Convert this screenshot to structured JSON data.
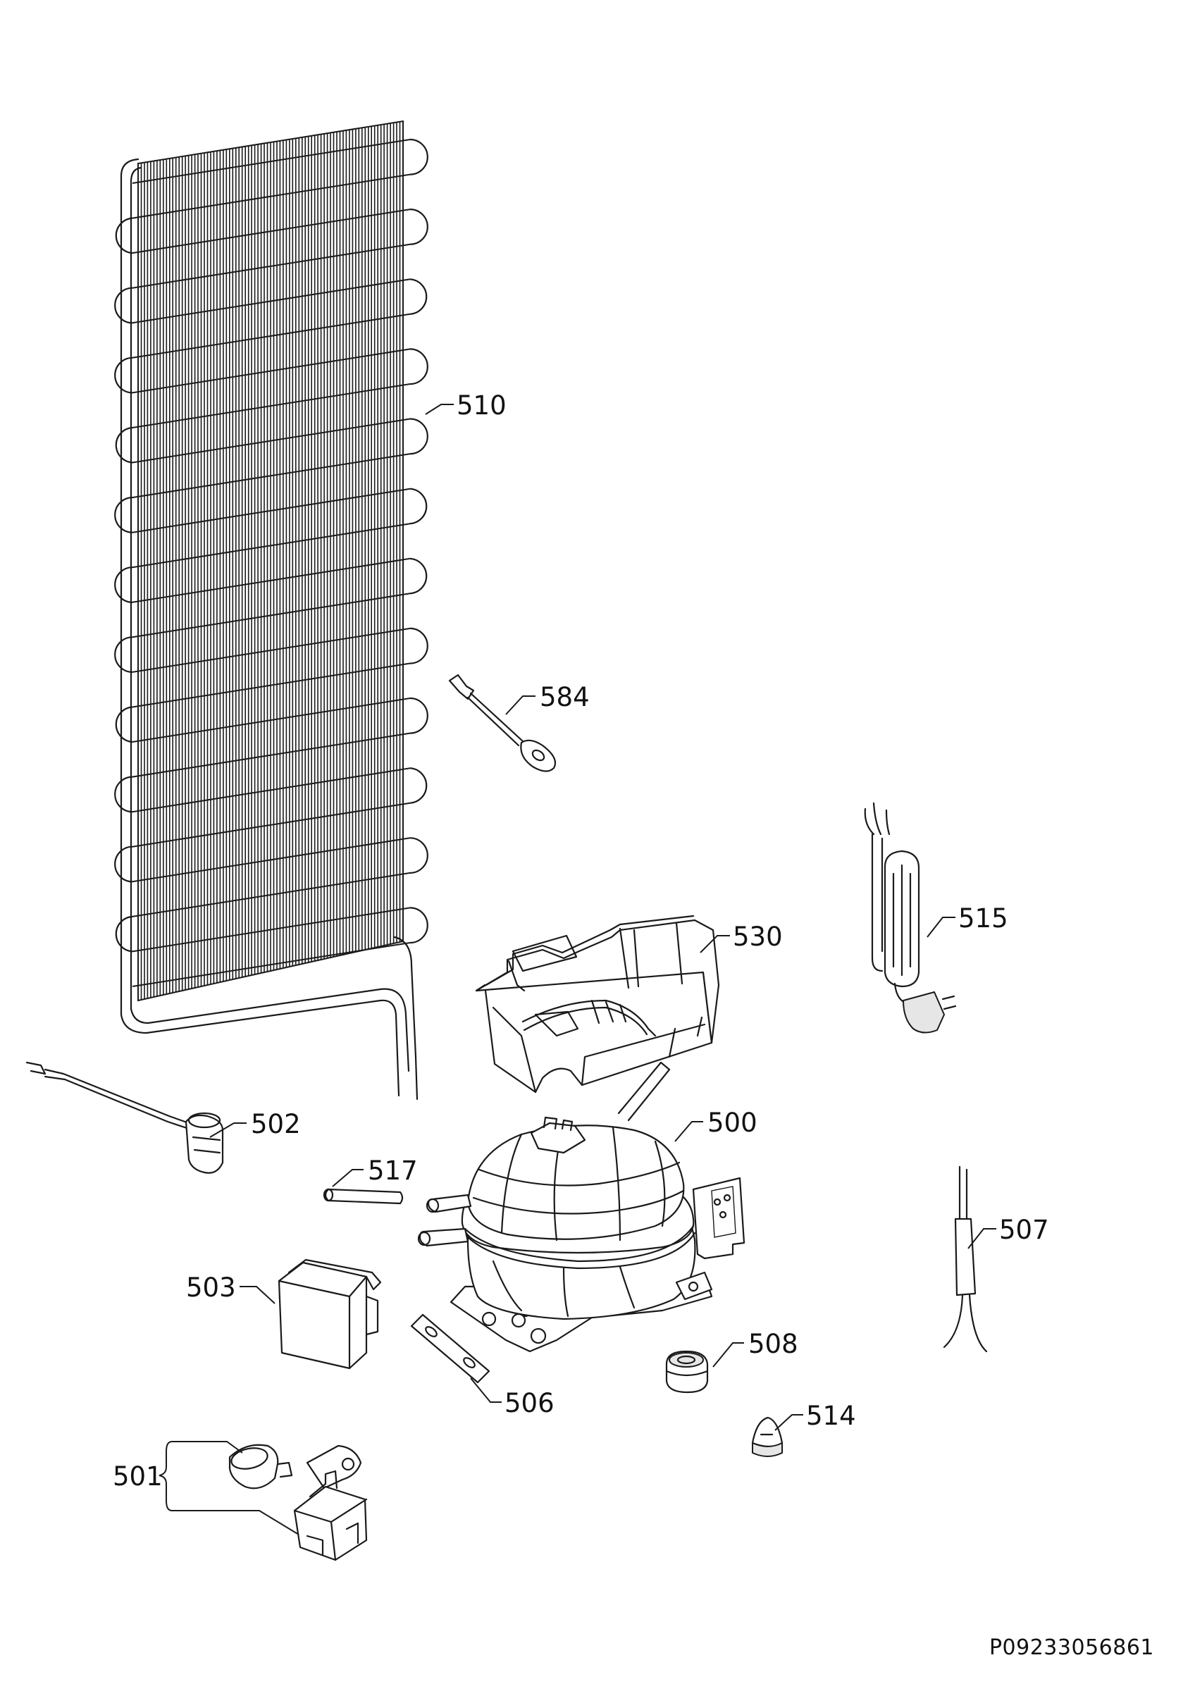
{
  "labels": {
    "p500": "500",
    "p501": "501",
    "p502": "502",
    "p503": "503",
    "p506": "506",
    "p507": "507",
    "p508": "508",
    "p510": "510",
    "p514": "514",
    "p515": "515",
    "p517": "517",
    "p530": "530",
    "p584": "584"
  },
  "document_id": "P09233056861"
}
